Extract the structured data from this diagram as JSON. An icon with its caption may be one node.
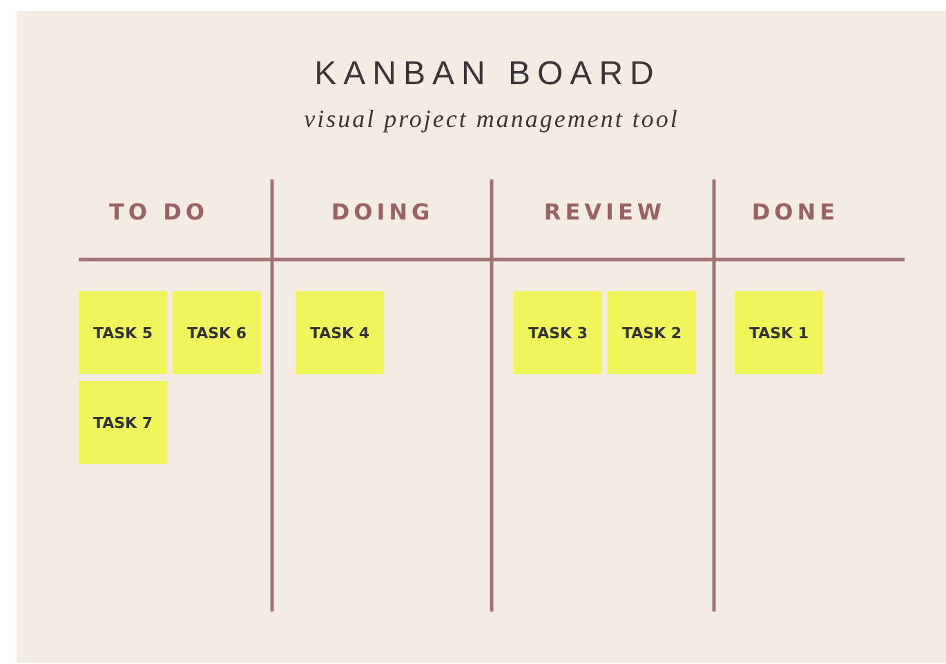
{
  "diagram": {
    "title": "KANBAN BOARD",
    "nodes": [
      {
        "text": [
          "TASK 5"
        ]
      },
      {
        "text": [
          "TASK 6"
        ]
      },
      {
        "text": [
          "TASK 4"
        ]
      },
      {
        "text": [
          "TASK 3"
        ]
      },
      {
        "text": [
          "TASK 2"
        ]
      },
      {
        "text": [
          "TASK 1"
        ]
      },
      {
        "text": [
          "TASK 7"
        ]
      }
    ],
    "edges": [],
    "labels": [
      "visual project management tool",
      "TO DO",
      "DOING",
      "REVIEW",
      "DONE"
    ]
  }
}
